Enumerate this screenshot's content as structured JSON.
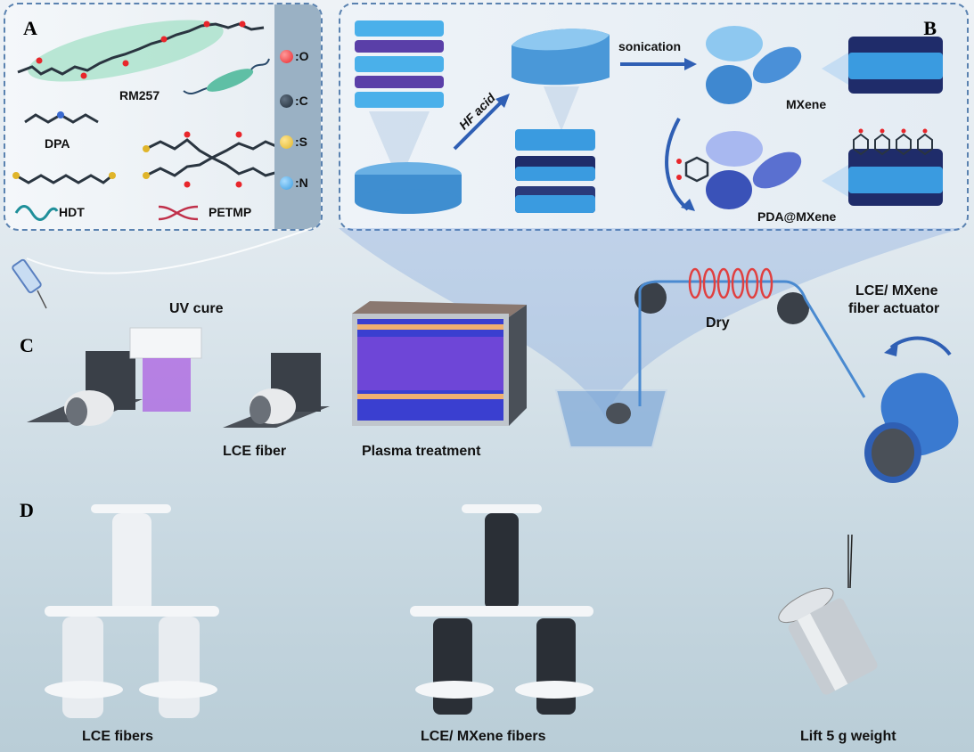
{
  "panels": {
    "A": {
      "letter": "A",
      "molecules": [
        "RM257",
        "DPA",
        "HDT",
        "PETMP"
      ],
      "legend": [
        {
          "label": ":O",
          "color": "#e8262b"
        },
        {
          "label": ":C",
          "color": "#1e2a36"
        },
        {
          "label": ":S",
          "color": "#e0b52a"
        },
        {
          "label": ":N",
          "color": "#3a9be0"
        }
      ]
    },
    "B": {
      "letter": "B",
      "steps": [
        "HF acid",
        "sonication"
      ],
      "products": [
        "MXene",
        "PDA@MXene"
      ]
    },
    "C": {
      "letter": "C",
      "labels": {
        "uv_cure": "UV cure",
        "lce_fiber": "LCE fiber",
        "plasma": "Plasma treatment",
        "dry": "Dry",
        "actuator_line1": "LCE/ MXene",
        "actuator_line2": "fiber actuator"
      }
    },
    "D": {
      "letter": "D",
      "captions": [
        "LCE fibers",
        "LCE/ MXene fibers",
        "Lift 5 g weight"
      ]
    }
  },
  "colors": {
    "dashed_border": "#5a82b0",
    "mxene_blue": "#3d7ac8",
    "uv_purple": "#a040e0",
    "heater_red": "#e04040"
  }
}
